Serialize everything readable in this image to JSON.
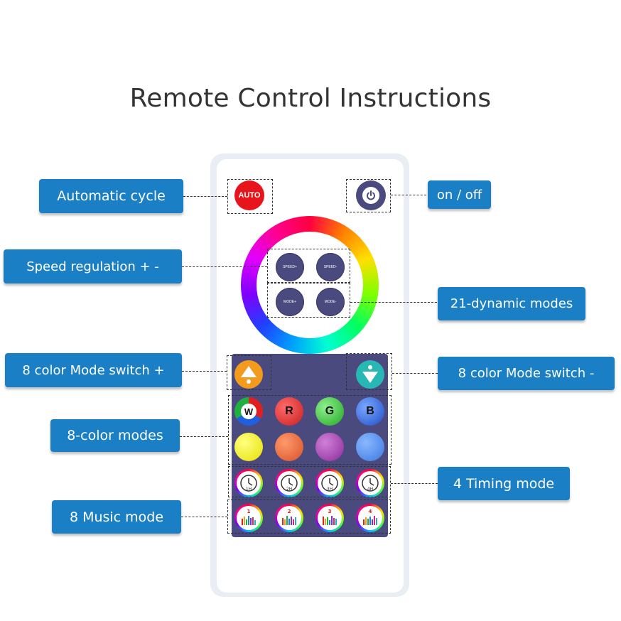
{
  "title": "Remote Control Instructions",
  "labels": {
    "auto": "Automatic cycle",
    "onoff": "on / off",
    "speed": "Speed regulation + -",
    "dynamic": "21-dynamic modes",
    "switch_plus": "8 color Mode switch +",
    "switch_minus": "8 color Mode switch -",
    "color_modes": "8-color modes",
    "timing": "4 Timing mode",
    "music": "8 Music mode"
  },
  "buttons": {
    "auto": "AUTO",
    "speed_plus": "SPEED+",
    "speed_minus": "SPEED-",
    "mode_plus": "MODE+",
    "mode_minus": "MODE-",
    "white": "W",
    "red": "R",
    "green": "G",
    "blue": "B",
    "timers": [
      "1H",
      "2H",
      "3H",
      "4H"
    ],
    "music": [
      "1",
      "2",
      "3",
      "4"
    ]
  },
  "colors": {
    "label_bg": "#1a7fc4",
    "remote_dark": "#4b4a7e",
    "auto_red": "#e8141c",
    "up_orange": "#f39b1c",
    "down_teal": "#27b8b6",
    "swatches": [
      "#f0f020",
      "#e86a3c",
      "#a83ab0",
      "#4a8fe8"
    ]
  }
}
